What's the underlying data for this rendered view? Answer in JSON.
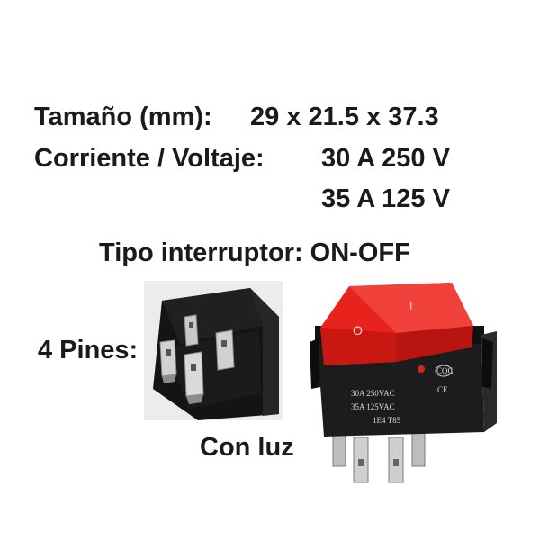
{
  "specs": {
    "size_label": "Tamaño (mm):",
    "size_value": "29 x 21.5 x 37.3",
    "current_voltage_label": "Corriente / Voltaje:",
    "rating_1": "30 A  250 V",
    "rating_2": "35 A  125 V",
    "switch_type": "Tipo interruptor: ON-OFF"
  },
  "pins": {
    "label": "4 Pines:"
  },
  "light": {
    "label": "Con luz"
  },
  "switch_markings": {
    "line1": "30A  250VAC",
    "line2": "35A  125VAC",
    "line3": "1E4  T85",
    "cqc": "CQC",
    "ce": "CE",
    "on_symbol": "I",
    "off_symbol": "O"
  },
  "colors": {
    "rocker": "#e8221d",
    "body": "#1c1c1c",
    "text": "#1a1a1a"
  }
}
